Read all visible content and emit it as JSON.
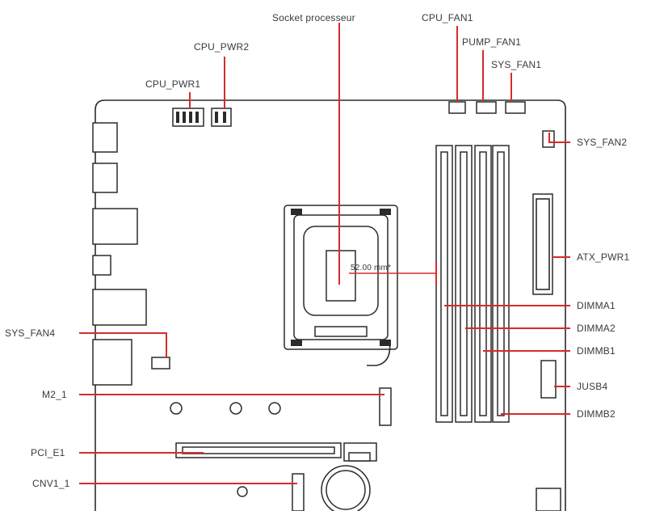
{
  "colors": {
    "accent": "#d62b2b",
    "outline": "#2b2b2b"
  },
  "labels": {
    "socket": "Socket processeur",
    "socket_distance": "52.00 mm*",
    "cpu_fan1": "CPU_FAN1",
    "pump_fan1": "PUMP_FAN1",
    "sys_fan1": "SYS_FAN1",
    "sys_fan2": "SYS_FAN2",
    "cpu_pwr2": "CPU_PWR2",
    "cpu_pwr1": "CPU_PWR1",
    "atx_pwr1": "ATX_PWR1",
    "dimma1": "DIMMA1",
    "dimma2": "DIMMA2",
    "dimmb1": "DIMMB1",
    "dimmb2": "DIMMB2",
    "jusb4": "JUSB4",
    "sys_fan4": "SYS_FAN4",
    "m2_1": "M2_1",
    "pci_e1": "PCI_E1",
    "cnv1": "CNV1_1"
  }
}
